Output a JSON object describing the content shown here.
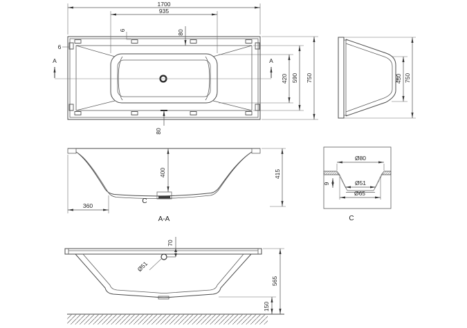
{
  "views": {
    "plan": {
      "length": "1700",
      "basin_length": "935",
      "rim_top": "80",
      "rim_bottom": "80",
      "jet_offset_top": "6",
      "jet_offset_left": "6",
      "basin_width": "420",
      "opening_width": "590",
      "width": "750",
      "section_label_left": "A",
      "section_label_right": "A"
    },
    "end": {
      "inner_width": "450",
      "width": "750"
    },
    "section_aa": {
      "label": "A-A",
      "ledge": "360",
      "depth": "400",
      "height": "415",
      "detail_label": "C"
    },
    "detail_c": {
      "label": "C",
      "flange_outer": "Ø80",
      "drain_inner": "Ø51",
      "drain_outer": "Ø65",
      "thickness": "9"
    },
    "elevation": {
      "overflow_offset": "70",
      "overflow_diameter": "Ø51",
      "height": "565",
      "base_clearance": "150"
    }
  }
}
